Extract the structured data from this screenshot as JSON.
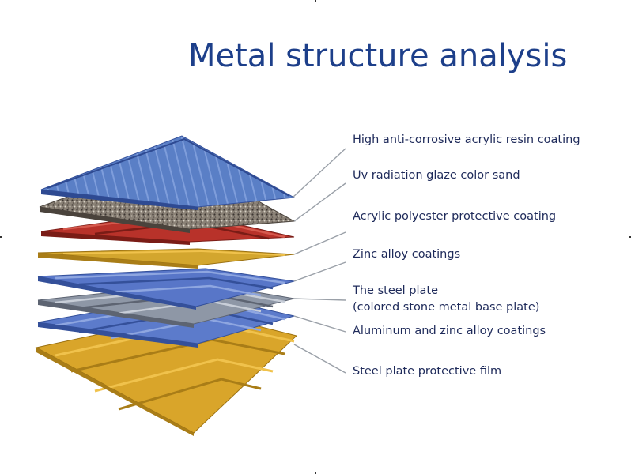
{
  "title": "Metal structure analysis",
  "layers": [
    {
      "label": "High anti-corrosive acrylic resin coating",
      "color": "#5a7fc6"
    },
    {
      "label": "Uv radiation glaze color sand",
      "color": "#8a8176"
    },
    {
      "label": "Acrylic polyester protective coating",
      "color": "#b8322a"
    },
    {
      "label": "Zinc alloy coatings",
      "color": "#d3a62e"
    },
    {
      "label": "The steel plate",
      "label2": "(colored stone metal base plate)",
      "color": "#5876c8"
    },
    {
      "label": "Aluminum and zinc alloy coatings",
      "color": "#8e97a6"
    },
    {
      "label": "Steel plate protective film",
      "color": "#d9a52a"
    }
  ],
  "colors": {
    "title": "#1d3f8a",
    "label": "#1e2a5a",
    "leader": "#9aa0a8"
  }
}
